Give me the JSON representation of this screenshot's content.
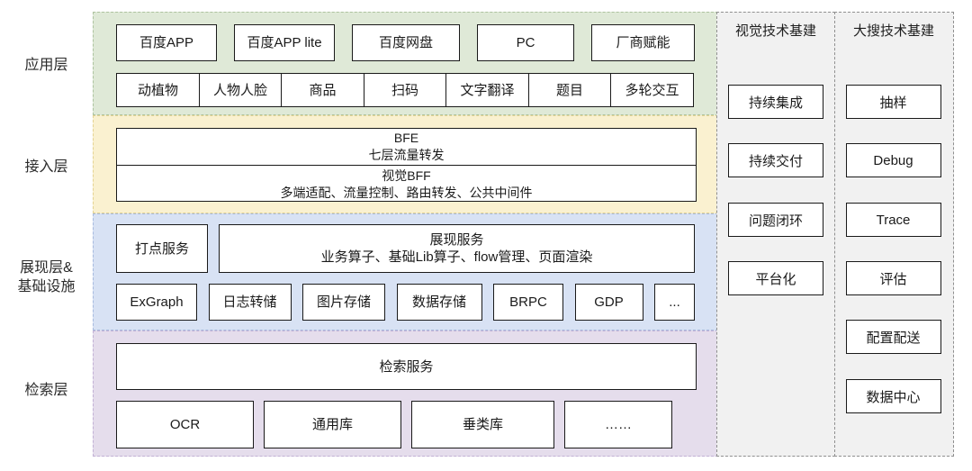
{
  "left_labels": {
    "app": "应用层",
    "access": "接入层",
    "presentation_line1": "展现层&",
    "presentation_line2": "基础设施",
    "retrieval": "检索层"
  },
  "app_layer": {
    "row1": [
      "百度APP",
      "百度APP lite",
      "百度网盘",
      "PC",
      "厂商赋能"
    ],
    "row2": [
      "动植物",
      "人物人脸",
      "商品",
      "扫码",
      "文字翻译",
      "题目",
      "多轮交互"
    ]
  },
  "access_layer": {
    "bfe_title": "BFE",
    "bfe_desc": "七层流量转发",
    "bff_title": "视觉BFF",
    "bff_desc": "多端适配、流量控制、路由转发、公共中间件"
  },
  "presentation_layer": {
    "dot_service": "打点服务",
    "display_service_title": "展现服务",
    "display_service_desc": "业务算子、基础Lib算子、flow管理、页面渲染",
    "row2": [
      "ExGraph",
      "日志转储",
      "图片存储",
      "数据存储",
      "BRPC",
      "GDP",
      "..."
    ]
  },
  "retrieval_layer": {
    "service": "检索服务",
    "row2": [
      "OCR",
      "通用库",
      "垂类库",
      "……"
    ]
  },
  "right_columns": [
    {
      "title": "视觉技术基建",
      "items": [
        "持续集成",
        "持续交付",
        "问题闭环",
        "平台化"
      ]
    },
    {
      "title": "大搜技术基建",
      "items": [
        "抽样",
        "Debug",
        "Trace",
        "评估",
        "配置配送",
        "数据中心"
      ]
    }
  ],
  "colors": {
    "app_layer_bg": "#dfe9d7",
    "access_layer_bg": "#faf1d0",
    "presentation_layer_bg": "#d8e2f4",
    "retrieval_layer_bg": "#e5ddec",
    "infra_panel_bg": "#f1f1f1",
    "box_border": "#1a1a1a"
  }
}
